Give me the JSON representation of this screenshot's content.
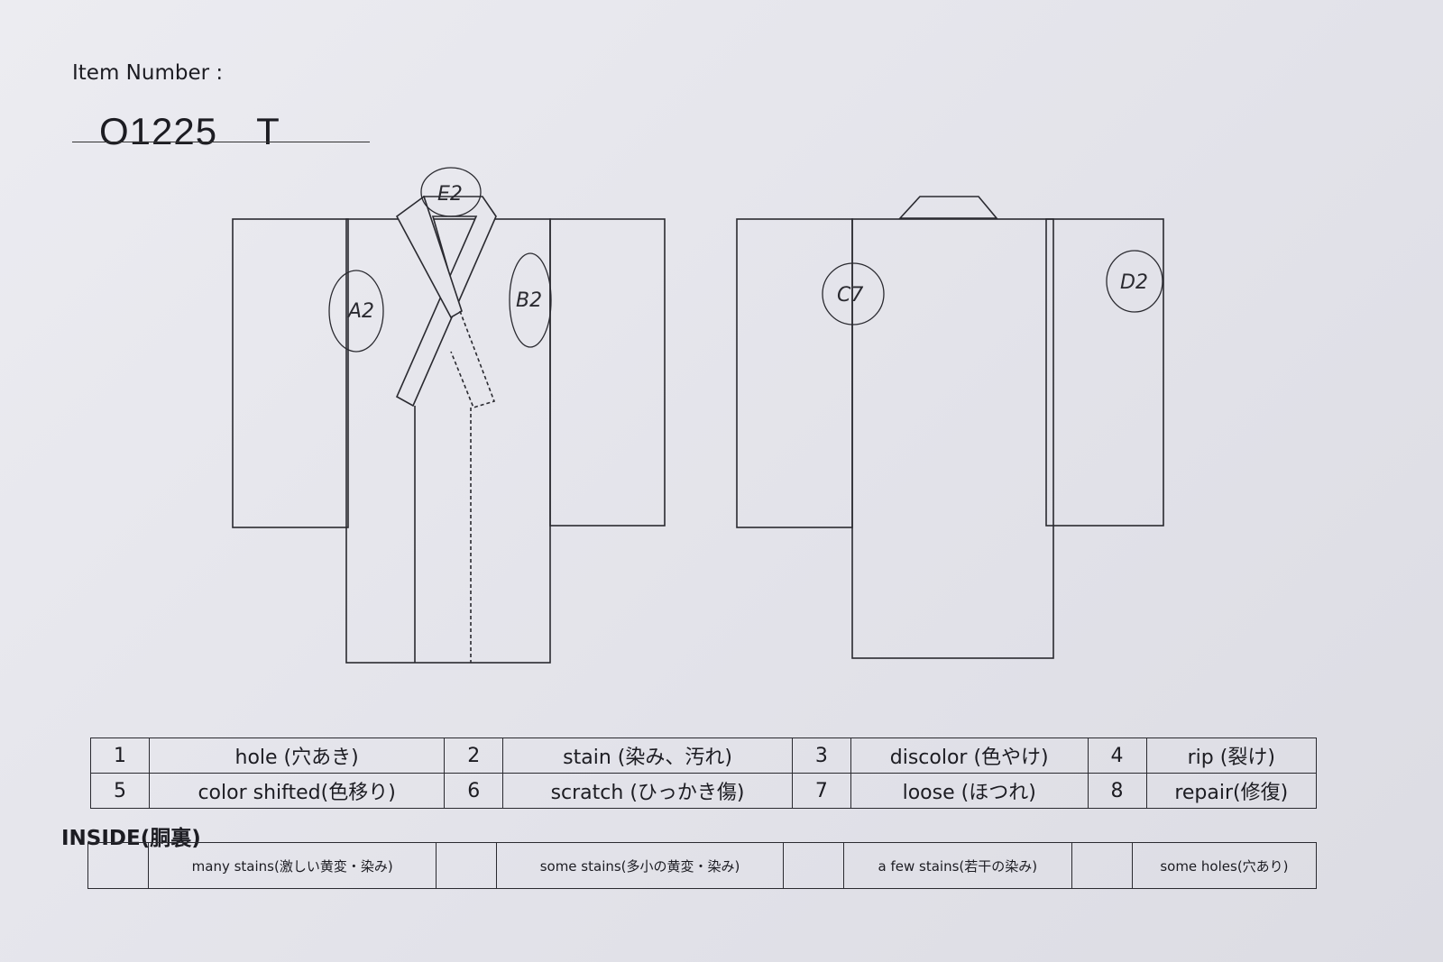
{
  "header": {
    "item_label": "Item Number :",
    "item_number": "O1225　T"
  },
  "annotations": {
    "front": [
      "A2",
      "B2",
      "E2"
    ],
    "back": [
      "C7",
      "D2"
    ]
  },
  "legend": [
    [
      {
        "num": "1",
        "label": "hole (穴あき)"
      },
      {
        "num": "2",
        "label": "stain (染み、汚れ)"
      },
      {
        "num": "3",
        "label": "discolor (色やけ)"
      },
      {
        "num": "4",
        "label": "rip (裂け)"
      }
    ],
    [
      {
        "num": "5",
        "label": "color shifted(色移り)"
      },
      {
        "num": "6",
        "label": "scratch (ひっかき傷)"
      },
      {
        "num": "7",
        "label": "loose (ほつれ)"
      },
      {
        "num": "8",
        "label": "repair(修復)"
      }
    ]
  ],
  "inside": {
    "title": "INSIDE(胴裏)",
    "items": [
      "many stains(激しい黄変・染み)",
      "some stains(多小の黄変・染み)",
      "a few stains(若干の染み)",
      "some holes(穴あり)"
    ]
  }
}
